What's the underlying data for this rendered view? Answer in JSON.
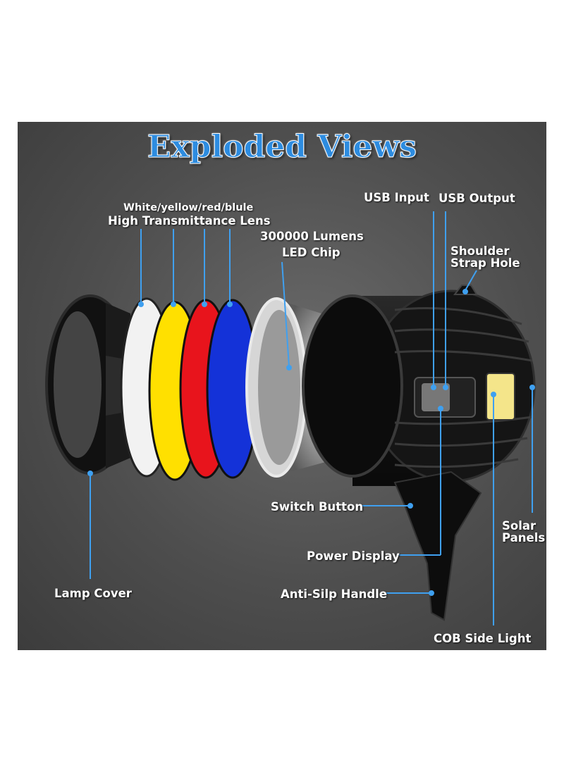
{
  "title": "Exploded Views",
  "labels": {
    "lens_colors": "White/yellow/red/blule",
    "lens": "High Transmittance Lens",
    "lumens": "300000 Lumens",
    "led_chip": "LED Chip",
    "usb_input": "USB Input",
    "usb_output": "USB Output",
    "shoulder_1": "Shoulder",
    "shoulder_2": "Strap Hole",
    "switch_button": "Switch Button",
    "solar_1": "Solar",
    "solar_2": "Panels",
    "power_display": "Power Display",
    "lamp_cover": "Lamp Cover",
    "handle": "Anti-Silp Handle",
    "cob": "COB Side Light"
  },
  "colors": {
    "title": "#2d8ce0",
    "callout_line": "#3fa0f0",
    "lens_white": "#f2f2f2",
    "lens_yellow": "#ffe000",
    "lens_red": "#e8141c",
    "lens_blue": "#1432d8"
  }
}
